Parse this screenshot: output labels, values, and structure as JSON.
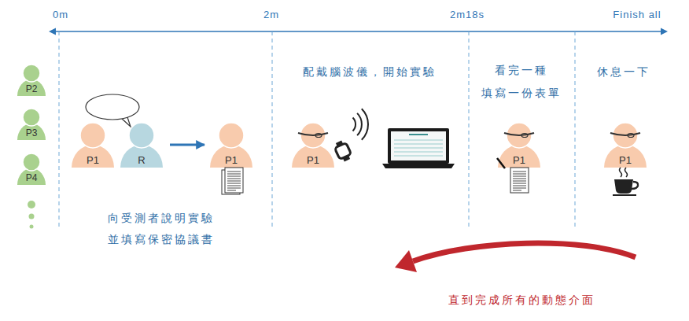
{
  "diagram": {
    "nodes": [
      {
        "text": [
          "P2"
        ]
      },
      {
        "text": [
          "P3"
        ]
      },
      {
        "text": [
          "P4"
        ]
      },
      {
        "text": [
          "P1"
        ]
      },
      {
        "text": [
          "R"
        ]
      },
      {
        "text": [
          "P1"
        ]
      },
      {
        "text": [
          "P1"
        ]
      },
      {
        "text": [
          "P1"
        ]
      },
      {
        "text": [
          "P1"
        ]
      }
    ],
    "edges": [
      {
        "from": 4,
        "to": 5,
        "arrow": "to"
      }
    ],
    "labels": [
      "0m",
      "2m",
      "2m18s",
      "Finish all",
      "向受測者說明實驗 並填寫保密協議書",
      "配戴腦波儀，開始實驗",
      "看完一種 填寫一份表單",
      "休息一下",
      "直到完成所有的動態介面"
    ]
  }
}
